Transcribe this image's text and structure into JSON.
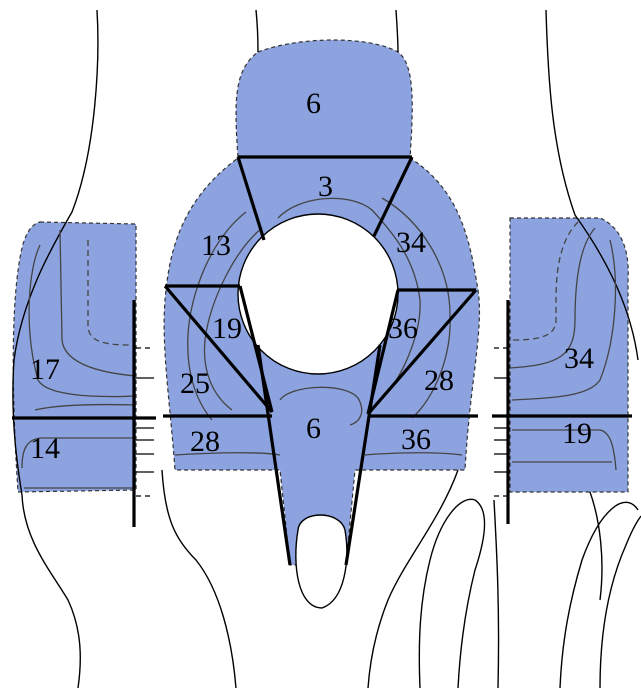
{
  "colors": {
    "zone_fill": "#8ca3e0",
    "line": "#000000",
    "background": "#ffffff"
  },
  "zones": {
    "center_top": "6",
    "center_upper": "3",
    "center_upper_left": "13",
    "center_upper_right": "34",
    "center_mid_left": "19",
    "center_mid_right": "36",
    "center_lower_left": "25",
    "center_lower_right": "28",
    "center_bottom": "6",
    "center_bottom_left": "28",
    "center_bottom_right": "36",
    "left_upper": "17",
    "left_lower": "14",
    "right_upper": "34",
    "right_lower": "19"
  }
}
